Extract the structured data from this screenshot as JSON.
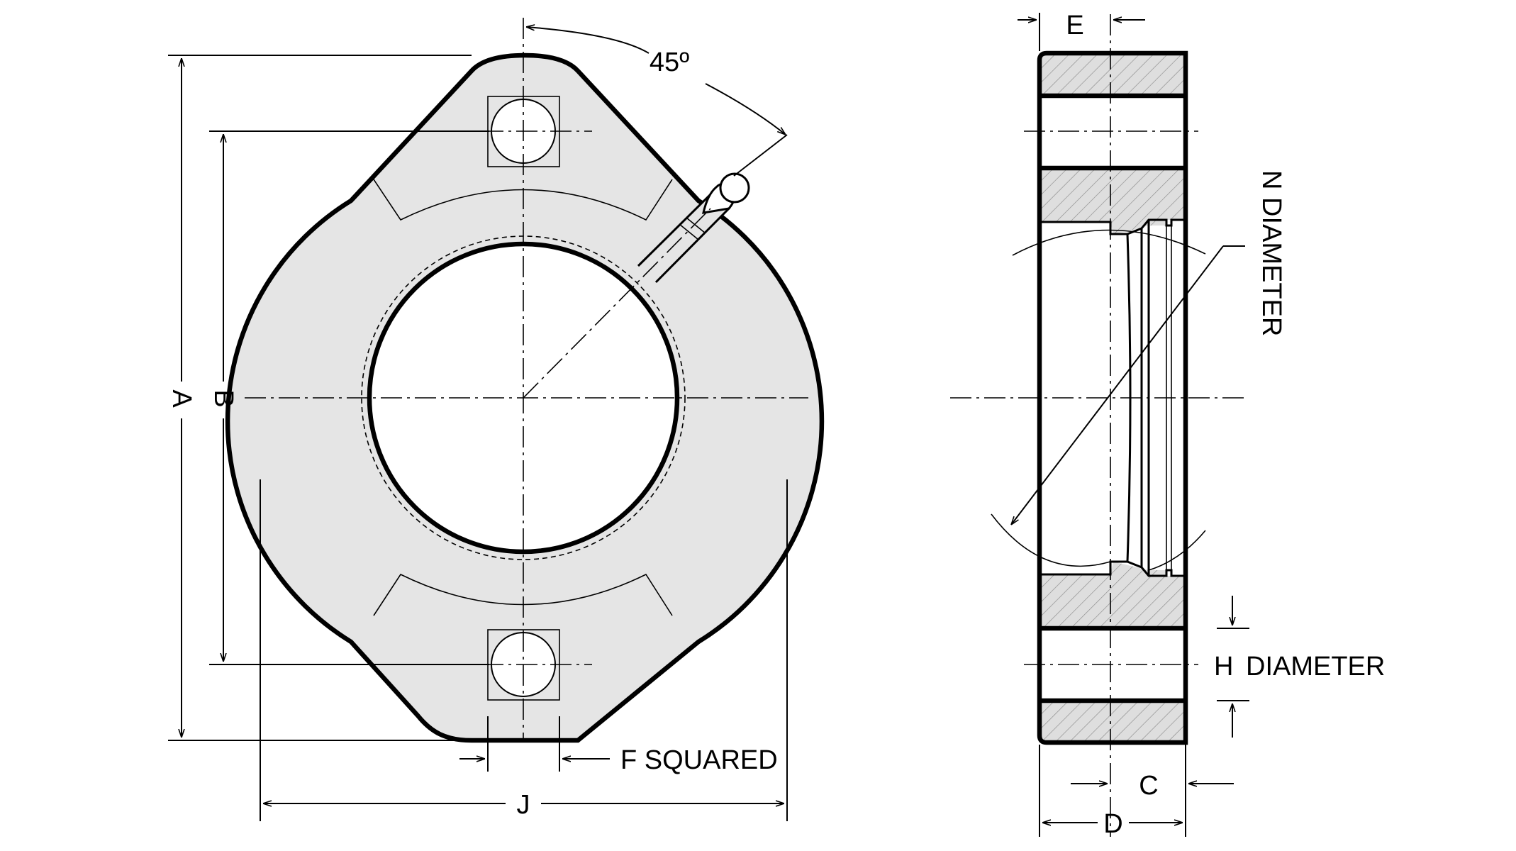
{
  "colors": {
    "body_fill": "#e5e5e5",
    "hatch_fill": "#dedede",
    "line": "#000000",
    "background": "#ffffff"
  },
  "labels": {
    "A": "A",
    "B": "B",
    "C": "C",
    "D": "D",
    "E": "E",
    "J": "J",
    "F": "F SQUARED",
    "N": "N DIAMETER",
    "H": "H",
    "H_diameter": "DIAMETER",
    "angle": "45º"
  }
}
